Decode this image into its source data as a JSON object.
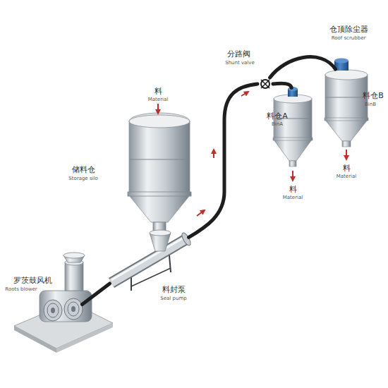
{
  "diagram": {
    "nodes": [
      {
        "text": [
          "储料仓",
          "Storage silo"
        ]
      },
      {
        "text": [
          "罗茨鼓风机",
          "Roots blower"
        ]
      },
      {
        "text": [
          "料封泵",
          "Seal pump"
        ]
      },
      {
        "text": [
          "分路阀",
          "Shunt valve"
        ]
      },
      {
        "text": [
          "料仓A",
          "BinA"
        ]
      },
      {
        "text": [
          "仓顶除尘器",
          "Roof scrubber"
        ]
      },
      {
        "text": [
          "料仓B",
          "BinB"
        ]
      }
    ],
    "edges": [
      {
        "from": 1,
        "to": 2,
        "arrow": "none"
      },
      {
        "from": 2,
        "to": 3,
        "arrow": "none"
      },
      {
        "from": 3,
        "to": 4,
        "arrow": "none"
      },
      {
        "from": 3,
        "to": 6,
        "arrow": "none"
      }
    ],
    "labels": [
      "料",
      "Material",
      "料",
      "Material",
      "料",
      "Material"
    ]
  }
}
